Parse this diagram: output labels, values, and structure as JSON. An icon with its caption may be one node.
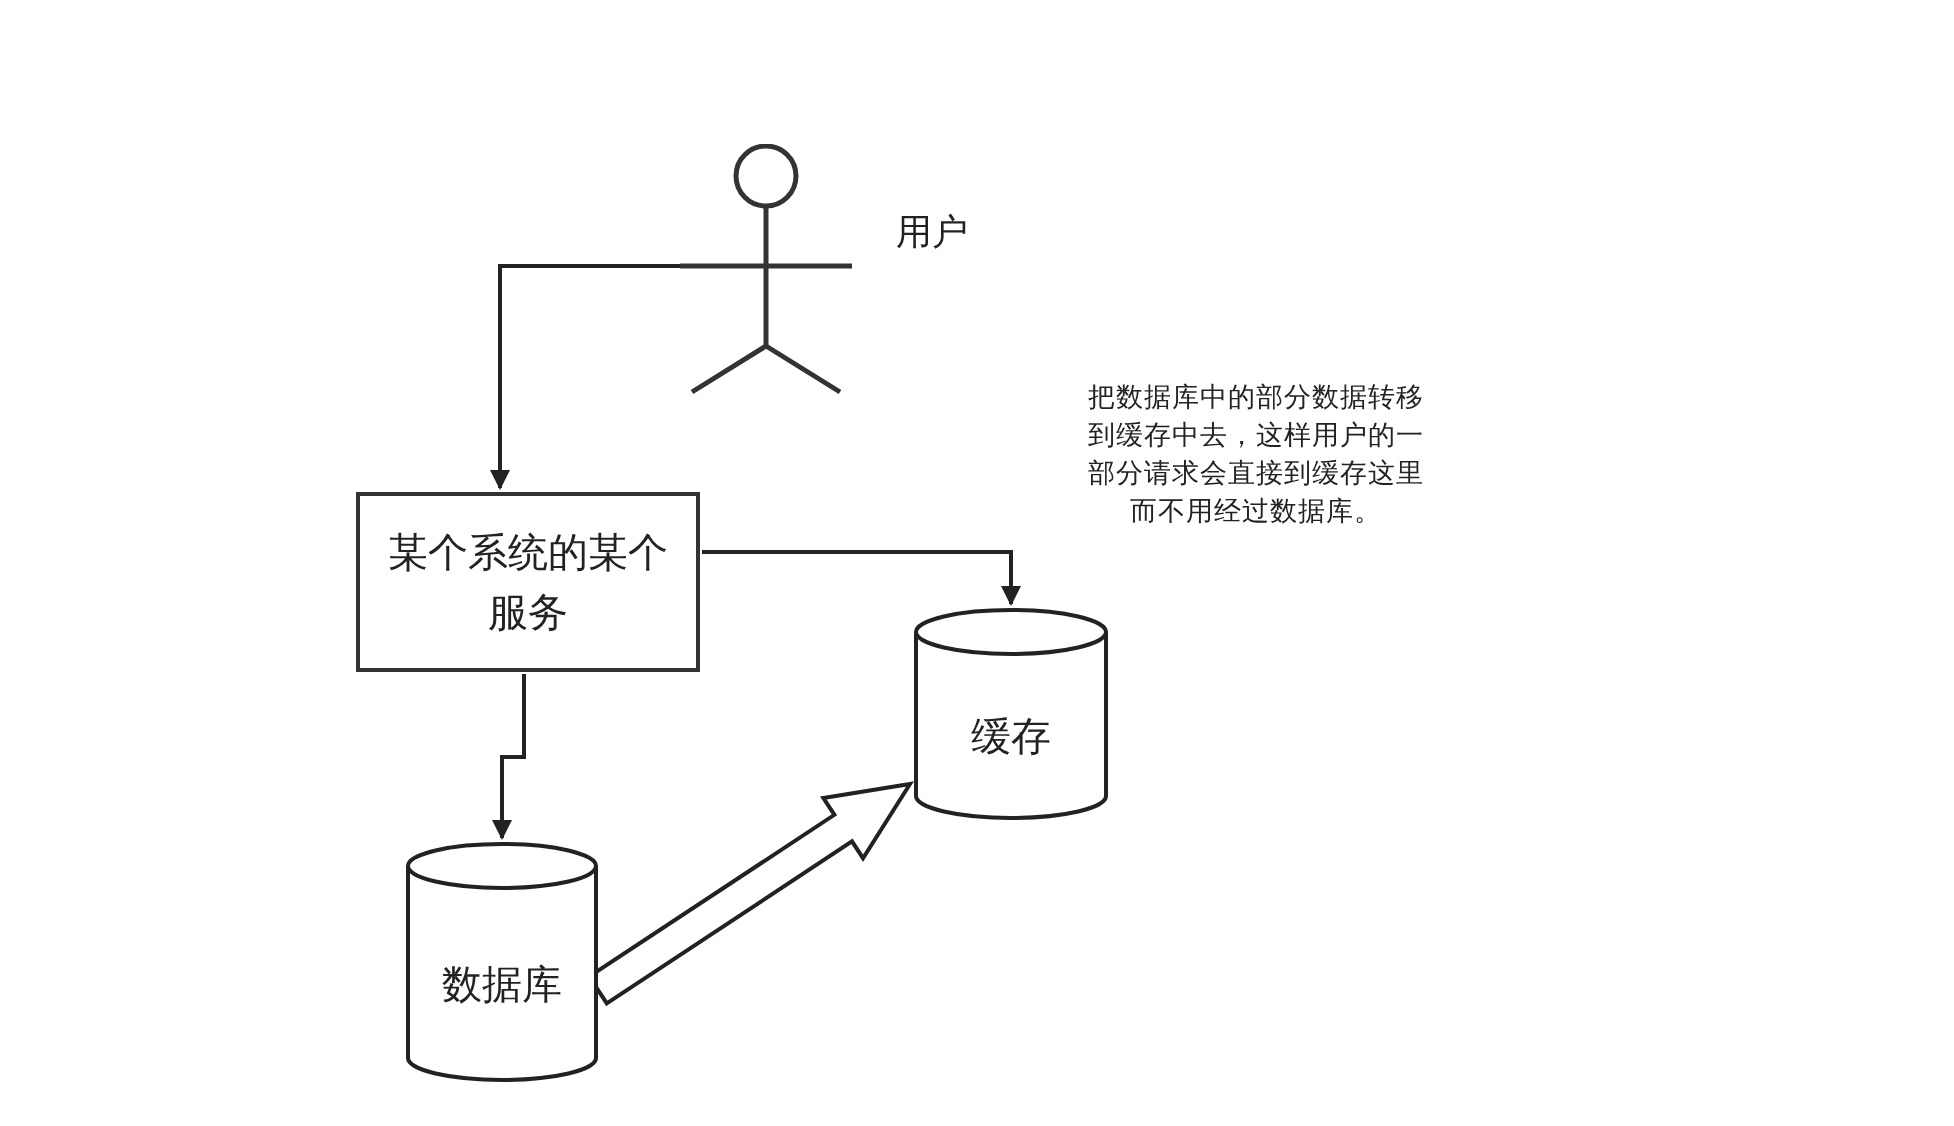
{
  "diagram": {
    "nodes": [
      {
        "text": [
          "用户"
        ]
      },
      {
        "text": [
          "某个系统的某个服务"
        ]
      },
      {
        "text": [
          "缓存"
        ]
      },
      {
        "text": [
          "数据库"
        ]
      }
    ],
    "edges": [
      {
        "from": 0,
        "to": 1,
        "arrow": "to"
      },
      {
        "from": 1,
        "to": 2,
        "arrow": "to"
      },
      {
        "from": 1,
        "to": 3,
        "arrow": "to"
      },
      {
        "from": 3,
        "to": 2,
        "arrow": "to",
        "style": "thick"
      }
    ],
    "labels": [
      "把数据库中的部分数据转移到缓存中去，这样用户的一部分请求会直接到缓存这里而不用经过数据库。"
    ]
  }
}
